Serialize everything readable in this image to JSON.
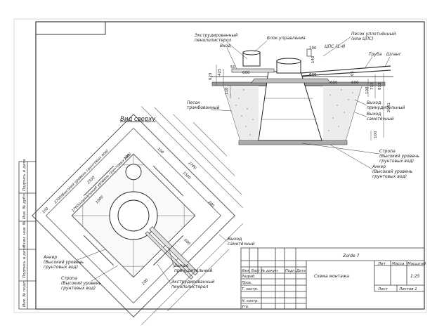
{
  "title_block": {
    "doc_code": "Zorde 7",
    "sheet_title": "Схема монтажа",
    "col_izm": "Изм",
    "col_list": "Лист",
    "col_doc": "№ докум.",
    "col_sign": "Подп.",
    "col_date": "Дата",
    "row_razrab": "Разраб.",
    "row_prov": "Пров.",
    "row_tkontr": "Т. контр.",
    "row_nkontr": "Н. контр.",
    "row_utv": "Утв.",
    "hdr_lit": "Лит",
    "hdr_mass": "Масса",
    "hdr_scale": "Масштаб",
    "scale": "1:25",
    "sheet_label": "Лист",
    "sheets_label": "Листов 1"
  },
  "side_stamp": [
    "Инв. № подл.",
    "Подпись и дата",
    "Взам. инв. №",
    "Инв. № дубл.",
    "Подпись и дата"
  ],
  "section_view": {
    "labels": {
      "foam": "Экструдированный\nпенополистерол",
      "block": "Блок управления",
      "inlet": "Вход",
      "sand_seal": "Песок уплотнённый\n(или ЦПС)",
      "cps": "ЦПС (1:4)",
      "pipe": "Труба",
      "hose": "Шланг",
      "sand_tamped": "Песок\nтрамбованный",
      "outlet_forced": "Выход\nпринудительный",
      "outlet_gravity": "Выход\nсамотёчный",
      "sling": "Стропа\n(Высокий уровень\nгрунтовых вод)",
      "anchor": "Анкер\n(Высокий уровень\nгрунтовых вод)"
    },
    "dims": {
      "d100": "100",
      "d140": "140",
      "d50": "50",
      "d600": "600",
      "d629": "629",
      "d425": "425",
      "d110": "110",
      "d713": "713",
      "d813": "813",
      "d2041": "2041",
      "d100b": "100",
      "d100c": "100",
      "d600b": "600",
      "d600c": "600",
      "d600d": "600",
      "d05": "05"
    }
  },
  "top_view": {
    "title": "Вид сверху",
    "labels": {
      "outlet_gravity": "Выход\nсамотёчный",
      "outlet_forced": "Выход\nпринудительный",
      "foam": "Экструдированный\nпенополистерол",
      "anchor": "Анкер\n(Высокий уровень\nгрунтовых вод)",
      "sling": "Стропа\n(Высокий уровень\nгрунтовых вод)"
    },
    "dims": {
      "d2700_high": "2700(Высокий уровень грунтовых вод)",
      "d2500": "2500",
      "d1700_normal": "1700(нормальный уровень грунтовых вод)",
      "d1000": "1000",
      "d100": "100",
      "d100b": "100",
      "d100c": "100",
      "d100d": "100",
      "d2700": "2700",
      "d1500": "1500",
      "d600": "600",
      "d300": "300"
    }
  }
}
